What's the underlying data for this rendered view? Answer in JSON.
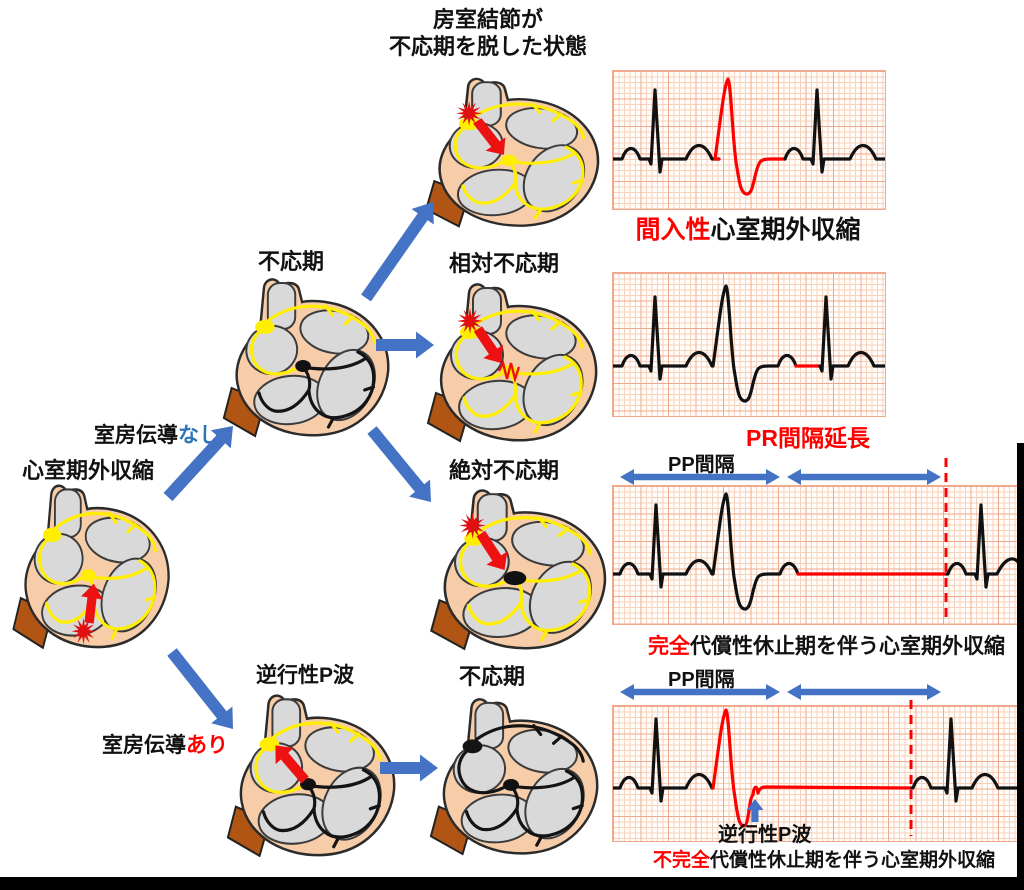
{
  "diagram": {
    "top_state_line1": "房室結節が",
    "top_state_line2": "不応期を脱した状態",
    "refractory_label": "不応期",
    "relative_refractory_label": "相対不応期",
    "absolute_refractory_label": "絶対不応期",
    "pvc_origin_label": "心室期外収縮",
    "va_conduction_none_prefix": "室房伝導",
    "va_conduction_none_suffix": "なし",
    "va_conduction_present_prefix": "室房伝導",
    "va_conduction_present_suffix": "あり",
    "retrograde_p_label": "逆行性P波",
    "refractory2_label": "不応期"
  },
  "ecg": {
    "strip1_caption_highlight": "間入性",
    "strip1_caption_rest": "心室期外収縮",
    "strip2_caption_highlight": "PR間隔延長",
    "strip2_caption_rest": "",
    "strip3_caption_highlight": "完全",
    "strip3_caption_rest": "代償性休止期を伴う心室期外収縮",
    "strip4_caption_highlight": "不完全",
    "strip4_caption_rest": "代償性休止期を伴う心室期外収縮",
    "pp_interval_label_top": "PP間隔",
    "pp_interval_label_bottom": "PP間隔",
    "retrograde_p_wave_label": "逆行性P波"
  },
  "colors": {
    "flow_arrow_blue": "#4472C4",
    "text_blue": "#2E75B6",
    "highlight_red": "#FF0000",
    "trace_black": "#111111",
    "trace_red": "#FF0000",
    "grid_minor": "#F6D2BA",
    "grid_major": "#F0A98C",
    "grid_bg": "#FFFCFA",
    "heart_body": "#F7CDA9",
    "heart_chamber": "#D9D9D9",
    "conduction_active": "#FFEE00",
    "conduction_refractory": "#141414",
    "excitation_red": "#EE1111",
    "aorta_brown": "#B05513"
  }
}
